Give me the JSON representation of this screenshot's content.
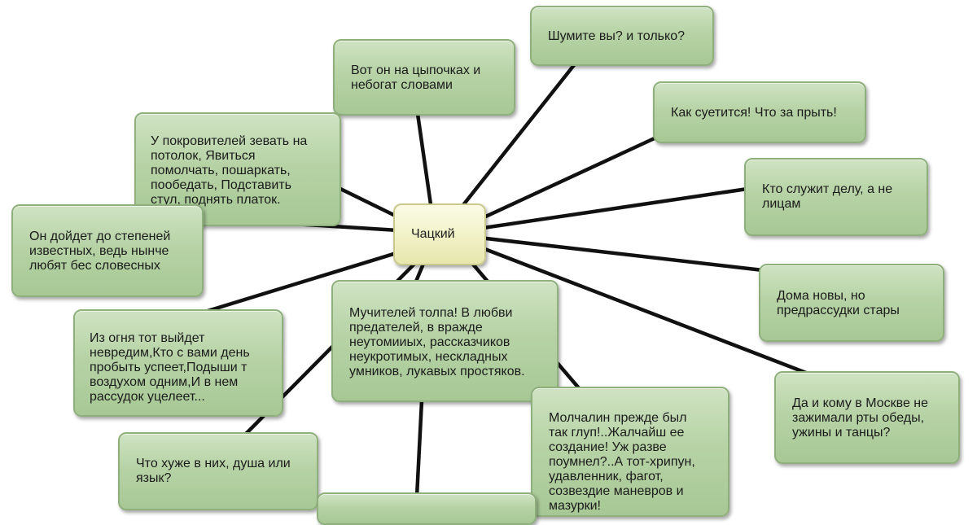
{
  "center": {
    "label": "Чацкий"
  },
  "nodes": [
    {
      "id": "shumite",
      "text": "Шумите вы? и только?"
    },
    {
      "id": "vot-on",
      "text": "Вот он на цыпочках и\nнебогат словами"
    },
    {
      "id": "suetitsya",
      "text": "Как суетится! Что за прыть!"
    },
    {
      "id": "pokroviteli",
      "text": "У покровителей зевать на\nпотолок, Явиться\nпомолчать, пошаркать,\nпообедать, Подставить\nстул, поднять платок."
    },
    {
      "id": "sluzhit",
      "text": "Кто служит делу, а не\nлицам"
    },
    {
      "id": "stepeni",
      "text": "Он дойдет до степеней\nизвестных, ведь нынче\nлюбят бес словесных"
    },
    {
      "id": "doma",
      "text": "Дома новы, но\nпредрассудки стары"
    },
    {
      "id": "muchiteli",
      "text": "Мучителей толпа! В любви\nпредателей, в вражде\nнеутомииых, рассказчиков\nнеукротимых, нескладных\nумников, лукавых простяков."
    },
    {
      "id": "iz-ognya",
      "text": "Из огня тот выйдет\nневредим,Кто с вами день\nпробыть успеет,Подыши т\nвоздухом одним,И в нем\nрассудок уцелеет..."
    },
    {
      "id": "moskva",
      "text": "Да и кому в Москве не\nзажимали рты обеды,\nужины и танцы?"
    },
    {
      "id": "molchalin",
      "text": "Молчалин прежде был\nтак глуп!..Жалчайш ее\nсоздание! Уж разве\nпоумнел?..А тот-хрипун,\nудавленник, фагот,\nсозвездие маневров и\nмазурки!"
    },
    {
      "id": "huzhe",
      "text": "Что хуже в них, душа или\nязык?"
    },
    {
      "id": "bottom",
      "text": ""
    }
  ]
}
